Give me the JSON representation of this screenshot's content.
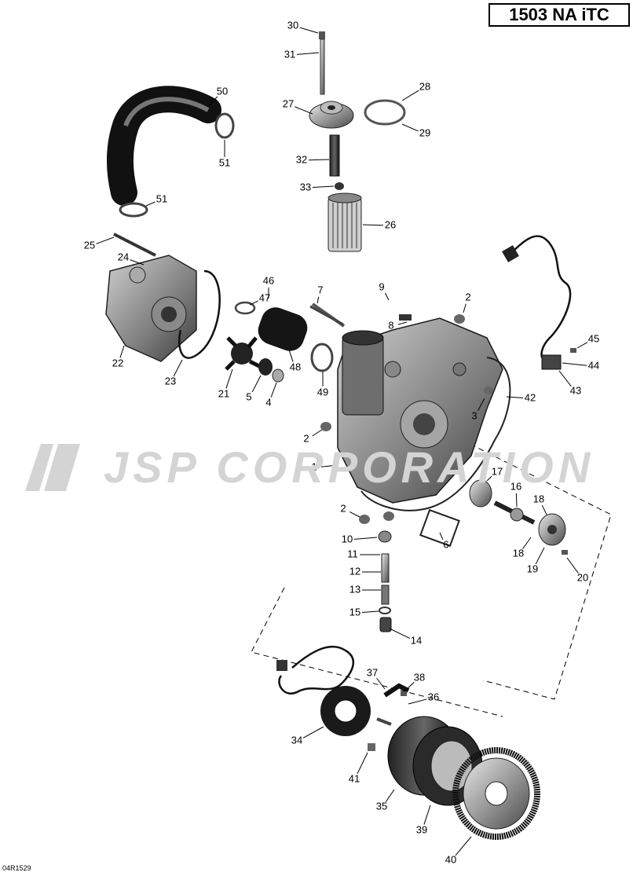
{
  "model_title": "1503 NA iTC",
  "watermark": "JSP CORPORATION",
  "diagram_code": "04R1529",
  "parts": [
    {
      "id": "30"
    },
    {
      "id": "31"
    },
    {
      "id": "28"
    },
    {
      "id": "27"
    },
    {
      "id": "29"
    },
    {
      "id": "50"
    },
    {
      "id": "51a",
      "text": "51"
    },
    {
      "id": "32"
    },
    {
      "id": "33"
    },
    {
      "id": "51b",
      "text": "51"
    },
    {
      "id": "26"
    },
    {
      "id": "25"
    },
    {
      "id": "24"
    },
    {
      "id": "46"
    },
    {
      "id": "7"
    },
    {
      "id": "9"
    },
    {
      "id": "2a",
      "text": "2"
    },
    {
      "id": "47"
    },
    {
      "id": "8"
    },
    {
      "id": "45"
    },
    {
      "id": "44"
    },
    {
      "id": "22"
    },
    {
      "id": "23"
    },
    {
      "id": "21"
    },
    {
      "id": "5"
    },
    {
      "id": "4"
    },
    {
      "id": "48"
    },
    {
      "id": "49"
    },
    {
      "id": "43"
    },
    {
      "id": "42"
    },
    {
      "id": "3"
    },
    {
      "id": "2b",
      "text": "2"
    },
    {
      "id": "1"
    },
    {
      "id": "17"
    },
    {
      "id": "16"
    },
    {
      "id": "18a",
      "text": "18"
    },
    {
      "id": "2c",
      "text": "2"
    },
    {
      "id": "10"
    },
    {
      "id": "6"
    },
    {
      "id": "18b",
      "text": "18"
    },
    {
      "id": "11"
    },
    {
      "id": "19"
    },
    {
      "id": "20"
    },
    {
      "id": "12"
    },
    {
      "id": "13"
    },
    {
      "id": "15"
    },
    {
      "id": "14"
    },
    {
      "id": "37"
    },
    {
      "id": "38"
    },
    {
      "id": "36"
    },
    {
      "id": "34"
    },
    {
      "id": "41"
    },
    {
      "id": "35"
    },
    {
      "id": "39"
    },
    {
      "id": "40"
    }
  ]
}
